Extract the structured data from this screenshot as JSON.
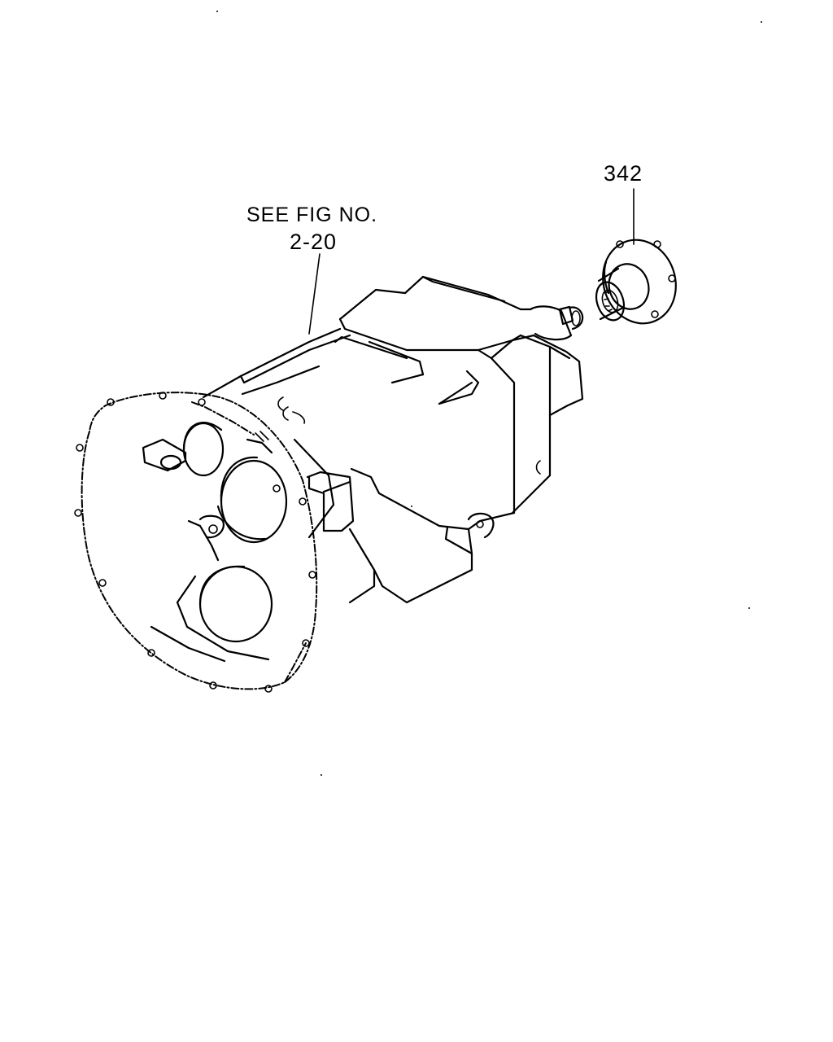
{
  "callouts": {
    "part_number": "342",
    "reference_line1": "SEE FIG NO.",
    "reference_line2": "2-20"
  },
  "colors": {
    "ink": "#000000",
    "paper": "#ffffff"
  }
}
